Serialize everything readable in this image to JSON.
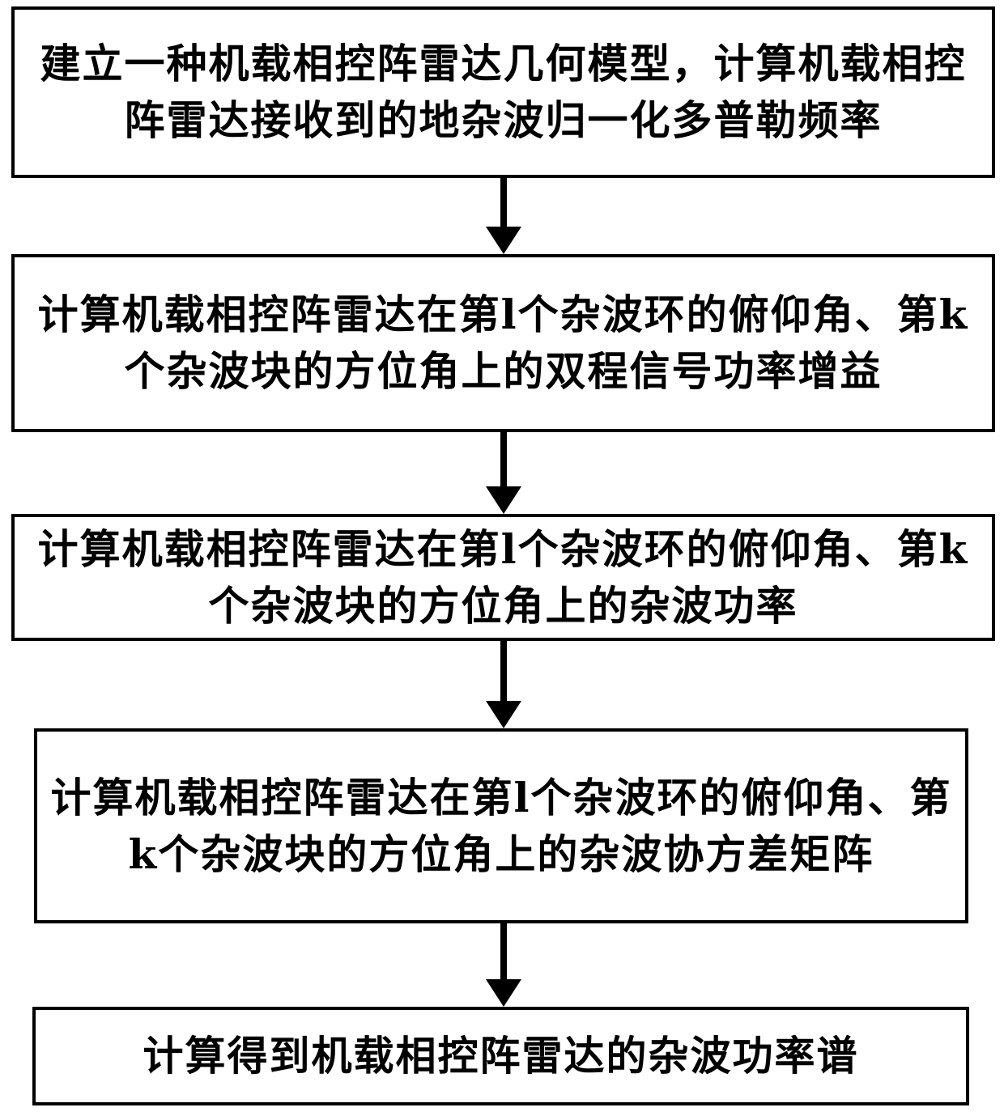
{
  "flowchart": {
    "steps": [
      {
        "text": "建立一种机载相控阵雷达几何模型，计算机载相控阵雷达接收到的地杂波归一化多普勒频率"
      },
      {
        "text": "计算机载相控阵雷达在第l个杂波环的俯仰角、第k个杂波块的方位角上的双程信号功率增益"
      },
      {
        "text": "计算机载相控阵雷达在第l个杂波环的俯仰角、第k个杂波块的方位角上的杂波功率"
      },
      {
        "text": "计算机载相控阵雷达在第l个杂波环的俯仰角、第k个杂波块的方位角上的杂波协方差矩阵"
      },
      {
        "text": "计算得到机载相控阵雷达的杂波功率谱"
      }
    ],
    "colors": {
      "border": "#000000",
      "text": "#000000",
      "background": "#ffffff"
    }
  }
}
